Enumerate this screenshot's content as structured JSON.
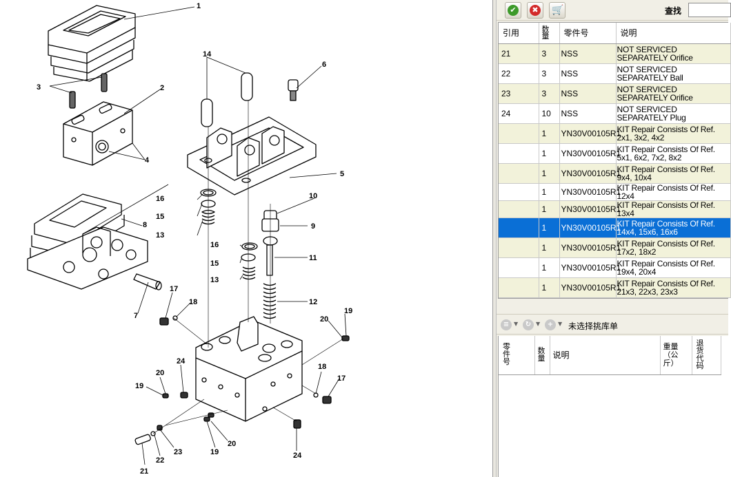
{
  "diagram": {
    "callouts": [
      {
        "id": "c1",
        "text": "1"
      },
      {
        "id": "c2",
        "text": "2"
      },
      {
        "id": "c3",
        "text": "3"
      },
      {
        "id": "c4",
        "text": "4"
      },
      {
        "id": "c5",
        "text": "5"
      },
      {
        "id": "c6",
        "text": "6"
      },
      {
        "id": "c7",
        "text": "7"
      },
      {
        "id": "c8",
        "text": "8"
      },
      {
        "id": "c9",
        "text": "9"
      },
      {
        "id": "c10",
        "text": "10"
      },
      {
        "id": "c11",
        "text": "11"
      },
      {
        "id": "c12",
        "text": "12"
      },
      {
        "id": "c13a",
        "text": "13"
      },
      {
        "id": "c13b",
        "text": "13"
      },
      {
        "id": "c14",
        "text": "14"
      },
      {
        "id": "c15a",
        "text": "15"
      },
      {
        "id": "c15b",
        "text": "15"
      },
      {
        "id": "c16a",
        "text": "16"
      },
      {
        "id": "c16b",
        "text": "16"
      },
      {
        "id": "c17a",
        "text": "17"
      },
      {
        "id": "c17b",
        "text": "17"
      },
      {
        "id": "c18a",
        "text": "18"
      },
      {
        "id": "c18b",
        "text": "18"
      },
      {
        "id": "c19a",
        "text": "19"
      },
      {
        "id": "c19b",
        "text": "19"
      },
      {
        "id": "c19c",
        "text": "19"
      },
      {
        "id": "c20a",
        "text": "20"
      },
      {
        "id": "c20b",
        "text": "20"
      },
      {
        "id": "c20c",
        "text": "20"
      },
      {
        "id": "c21",
        "text": "21"
      },
      {
        "id": "c22",
        "text": "22"
      },
      {
        "id": "c23",
        "text": "23"
      },
      {
        "id": "c24a",
        "text": "24"
      },
      {
        "id": "c24b",
        "text": "24"
      }
    ]
  },
  "toolbar": {
    "search_label": "查找",
    "search_value": "",
    "confirm_icon": "check-icon",
    "cancel_icon": "cancel-icon",
    "cart_icon": "cart-icon"
  },
  "parts_table": {
    "headers": {
      "ref": "引用",
      "qty": "数量",
      "part_no": "零件号",
      "desc": "说明"
    },
    "rows": [
      {
        "ref": "21",
        "qty": "3",
        "part_no": "NSS",
        "desc": "NOT SERVICED SEPARATELY Orifice"
      },
      {
        "ref": "22",
        "qty": "3",
        "part_no": "NSS",
        "desc": "NOT SERVICED SEPARATELY Ball"
      },
      {
        "ref": "23",
        "qty": "3",
        "part_no": "NSS",
        "desc": "NOT SERVICED SEPARATELY Orifice"
      },
      {
        "ref": "24",
        "qty": "10",
        "part_no": "NSS",
        "desc": "NOT SERVICED SEPARATELY Plug"
      },
      {
        "ref": "",
        "qty": "1",
        "part_no": "YN30V00105R1",
        "desc": "KIT Repair Consists Of Ref. 2x1, 3x2, 4x2"
      },
      {
        "ref": "",
        "qty": "1",
        "part_no": "YN30V00105R1",
        "desc": "KIT Repair Consists Of Ref. 5x1, 6x2, 7x2, 8x2"
      },
      {
        "ref": "",
        "qty": "1",
        "part_no": "YN30V00105R1",
        "desc": "KIT Repair Consists Of Ref. 9x4, 10x4"
      },
      {
        "ref": "",
        "qty": "1",
        "part_no": "YN30V00105R1",
        "desc": "KIT Repair Consists Of Ref. 12x4"
      },
      {
        "ref": "",
        "qty": "1",
        "part_no": "YN30V00105R1",
        "desc": "KIT Repair Consists Of Ref. 13x4"
      },
      {
        "ref": "",
        "qty": "1",
        "part_no": "YN30V00105R1",
        "desc": "KIT Repair Consists Of Ref. 14x4, 15x6, 16x6"
      },
      {
        "ref": "",
        "qty": "1",
        "part_no": "YN30V00105R1",
        "desc": "KIT Repair Consists Of Ref. 17x2, 18x2"
      },
      {
        "ref": "",
        "qty": "1",
        "part_no": "YN30V00105R1",
        "desc": "KIT Repair Consists Of Ref. 19x4, 20x4"
      },
      {
        "ref": "",
        "qty": "1",
        "part_no": "YN30V00105R1",
        "desc": "KIT Repair Consists Of Ref. 21x3, 22x3, 23x3"
      }
    ],
    "selected_index": 9
  },
  "pick_list": {
    "label": "未选择挑库单",
    "headers": {
      "part_no": "零件号",
      "qty": "数量",
      "desc": "说明",
      "weight": "重量（公斤）",
      "return_code": "退货代码"
    },
    "icons": [
      "database-icon",
      "refresh-icon",
      "add-icon"
    ]
  },
  "colors": {
    "selected_row": "#0a6fd6",
    "alt_row": "#f2f2da",
    "panel_bg": "#f1efe6"
  }
}
